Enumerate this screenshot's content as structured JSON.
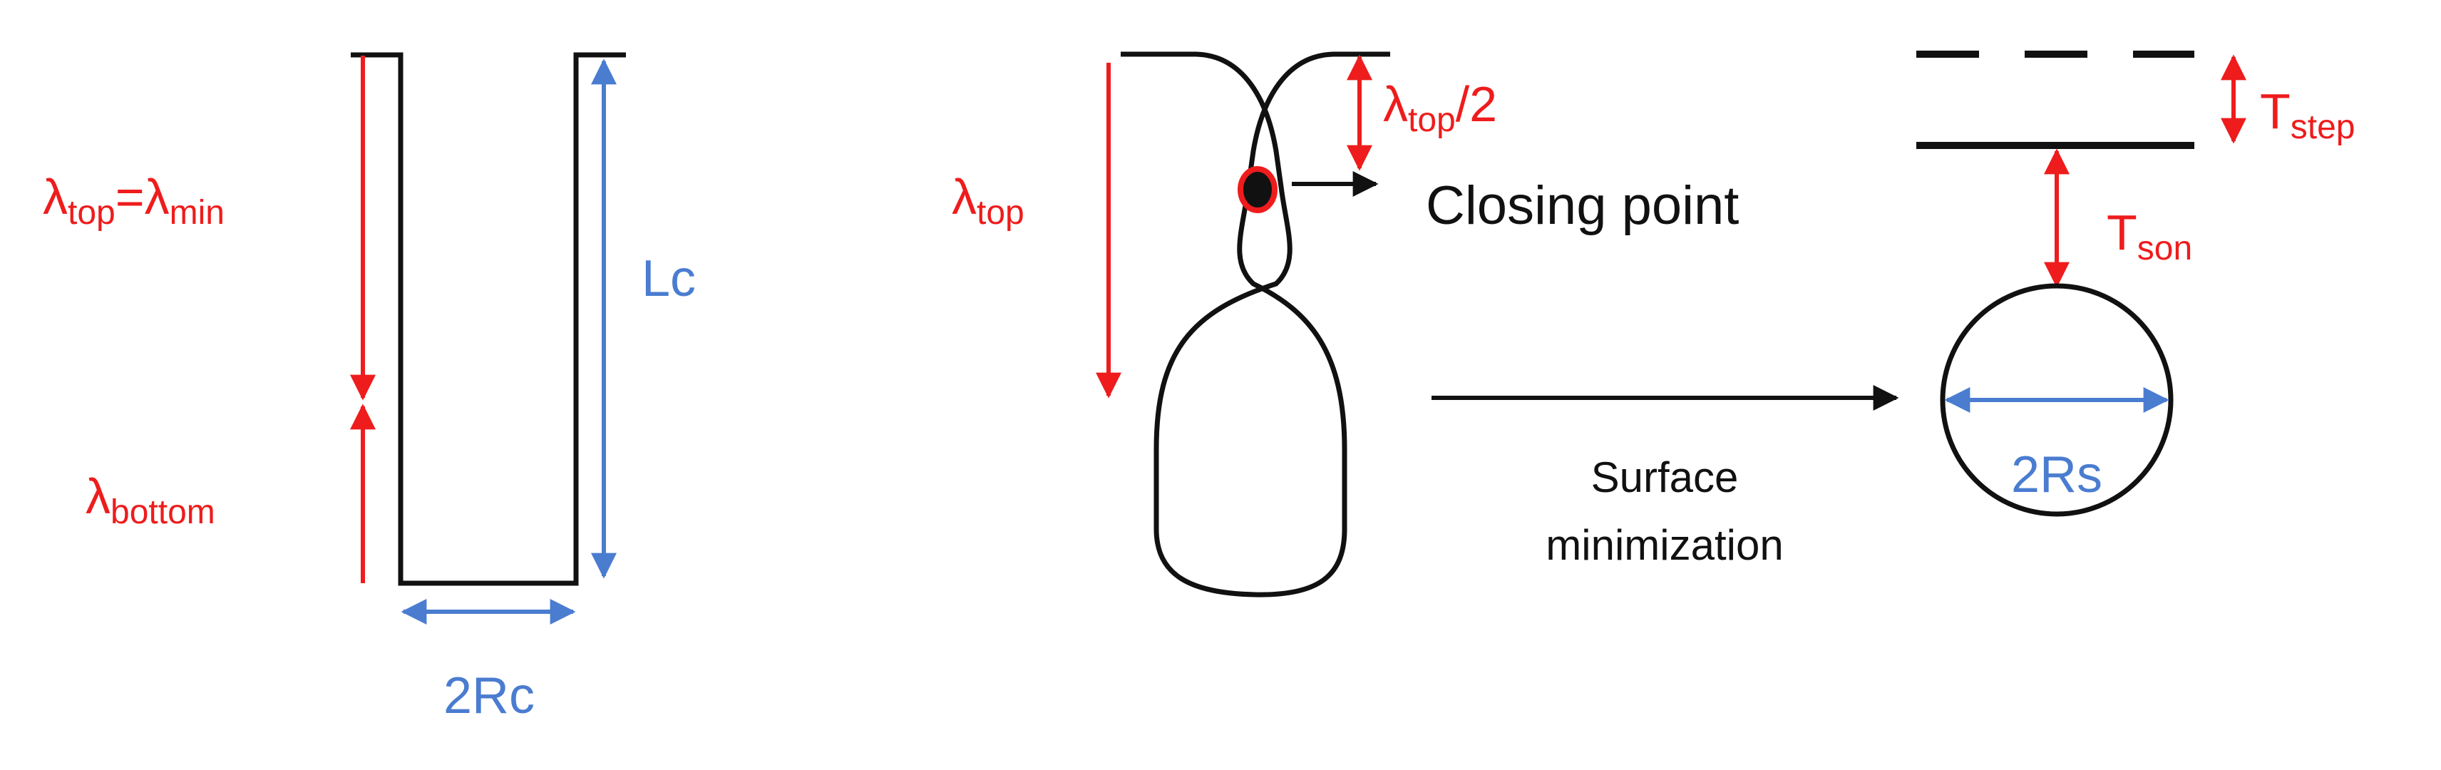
{
  "colors": {
    "red": "#ee1c1c",
    "blue": "#4a7cd0",
    "black": "#111111"
  },
  "panel_channel": {
    "lambda_symbol": "λ",
    "top_sub": "top",
    "equals": "=",
    "min_sub": "min",
    "bottom_sub": "bottom",
    "length_label": "Lc",
    "width_label": "2Rc"
  },
  "panel_pinch": {
    "lambda_symbol": "λ",
    "top_sub": "top",
    "half_suffix": "/2",
    "closing_point_label": "Closing point"
  },
  "panel_sphere": {
    "process_line1": "Surface",
    "process_line2": "minimization",
    "t_symbol": "T",
    "step_sub": "step",
    "son_sub": "son",
    "diameter_label": "2Rs"
  }
}
